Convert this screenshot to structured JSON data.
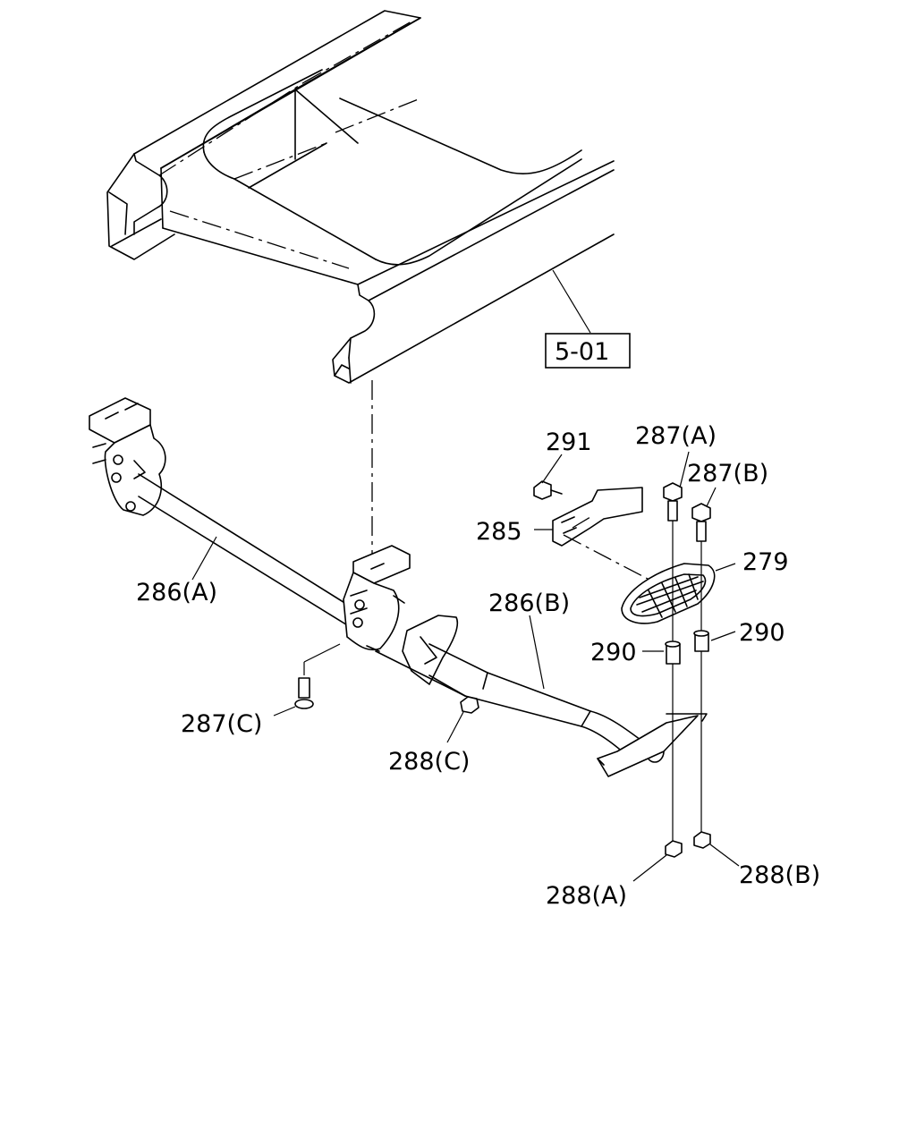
{
  "diagram": {
    "reference_box": "5-01",
    "labels": {
      "l291": "291",
      "l287a": "287(A)",
      "l287b": "287(B)",
      "l285": "285",
      "l279": "279",
      "l286a": "286(A)",
      "l286b": "286(B)",
      "l290a": "290",
      "l290b": "290",
      "l287c": "287(C)",
      "l288c": "288(C)",
      "l288a": "288(A)",
      "l288b": "288(B)"
    }
  }
}
